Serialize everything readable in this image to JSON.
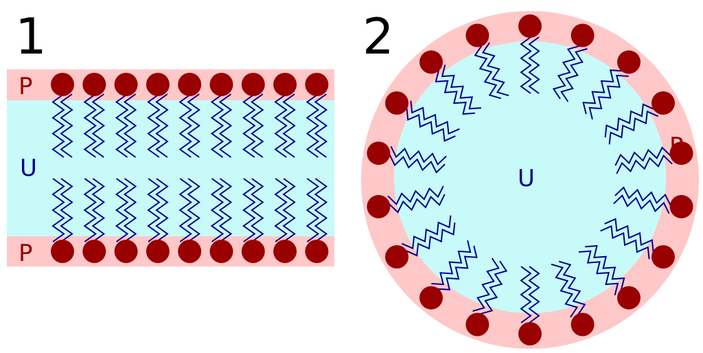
{
  "panels": [
    {
      "number": "1",
      "structure": "bilayer",
      "labels": {
        "polar_top": "P",
        "nonpolar": "U",
        "polar_bottom": "P"
      },
      "molecules_per_leaflet": 9
    },
    {
      "number": "2",
      "structure": "micelle",
      "labels": {
        "polar": "P",
        "nonpolar": "U"
      },
      "molecule_count": 18
    }
  ],
  "colors": {
    "polar_region": "#ffc8c8",
    "nonpolar_region": "#c8fafa",
    "head_group": "#990000",
    "tail_chain": "#00008b",
    "label_polar": "#990000",
    "label_nonpolar": "#00008b",
    "panel_number": "#000000"
  }
}
